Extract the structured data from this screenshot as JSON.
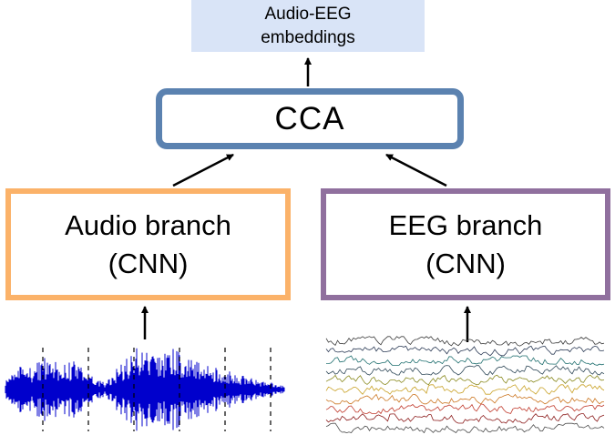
{
  "diagram": {
    "nodes": {
      "embeddings": {
        "label_line1": "Audio-EEG",
        "label_line2": "embeddings"
      },
      "cca": {
        "label": "CCA"
      },
      "audio_branch": {
        "label_line1": "Audio branch",
        "label_line2": "(CNN)"
      },
      "eeg_branch": {
        "label_line1": "EEG branch",
        "label_line2": "(CNN)"
      }
    },
    "colors": {
      "embeddings_bg": "#d9e4f7",
      "cca_border": "#5b82b0",
      "audio_border": "#fbb269",
      "eeg_border": "#90709e",
      "arrow": "#000000",
      "audio_waveform": "#0000cc",
      "segment_line": "#000000",
      "eeg_traces": [
        "#3a3a3a",
        "#2b3a55",
        "#1f6f6f",
        "#2f4858",
        "#8a8a1f",
        "#c9a227",
        "#cc7722",
        "#c0392b",
        "#8b1a1a",
        "#4d4d4d"
      ]
    },
    "eeg_trace_count": 10,
    "audio_segment_lines": 6
  }
}
